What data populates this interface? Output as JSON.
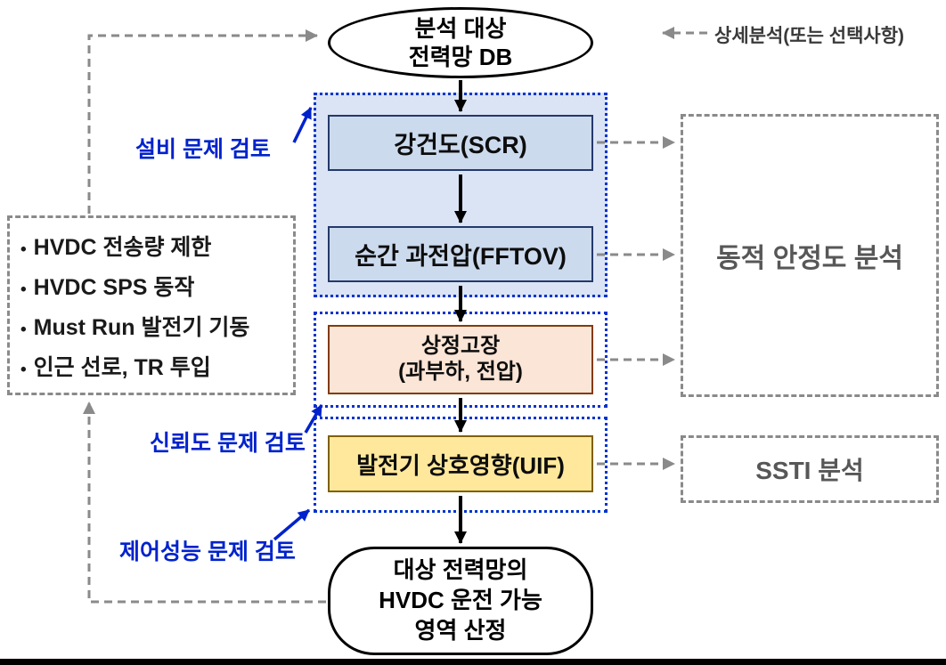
{
  "legend": {
    "label": "상세분석(또는 선택사항)"
  },
  "flow": {
    "source": {
      "line1": "분석 대상",
      "line2": "전력망 DB"
    },
    "scr": {
      "label": "강건도(SCR)"
    },
    "fftov": {
      "label": "순간 과전압(FFTOV)"
    },
    "contingency": {
      "line1": "상정고장",
      "line2": "(과부하, 전압)"
    },
    "uif": {
      "label": "발전기 상호영향(UIF)"
    },
    "result": {
      "line1": "대상 전력망의",
      "line2": "HVDC 운전 가능",
      "line3": "영역 산정"
    }
  },
  "side": {
    "dynamic_stability": "동적 안정도 분석",
    "ssti": "SSTI 분석"
  },
  "mitigations": {
    "bullet": "•",
    "items": [
      "HVDC 전송량 제한",
      "HVDC SPS 동작",
      "Must Run 발전기 기동",
      "인근 선로, TR 투입"
    ]
  },
  "annotations": {
    "equipment": "설비 문제 검토",
    "reliability": "신뢰도 문제 검토",
    "control": "제어성능 문제 검토"
  },
  "colors": {
    "group_fill": "#dae4f4",
    "group_border": "#0033cc",
    "blue_box_fill": "#ccdaee",
    "blue_box_border": "#24396b",
    "contingency_fill": "#fbe5d6",
    "contingency_border": "#823b0d",
    "uif_fill": "#ffe89c",
    "uif_border": "#7f6000",
    "annotation_blue": "#0022cc",
    "dashed_gray": "#8a8a8a",
    "arrow_black": "#000000"
  }
}
